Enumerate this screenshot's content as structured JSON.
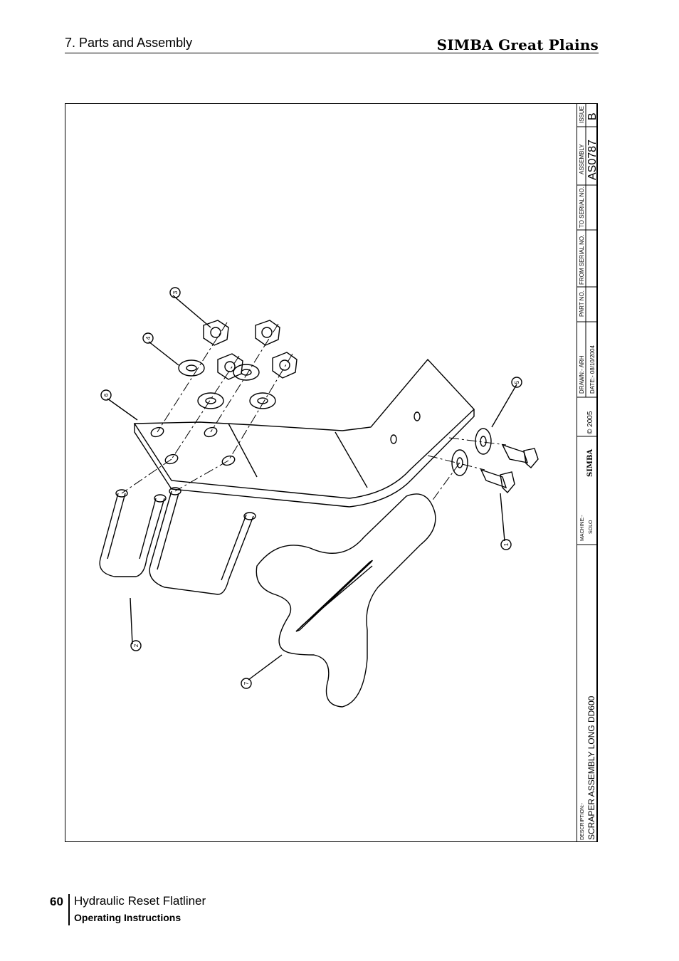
{
  "header": {
    "section": "7. Parts and Assembly",
    "brand": "SIMBA Great Plains"
  },
  "drawing": {
    "title_block": {
      "issue_label": "ISSUE",
      "issue_value": "B",
      "assembly_label": "ASSEMBLY",
      "assembly_value": "AS0787",
      "to_serial_label": "TO SERIAL NO.",
      "from_serial_label": "FROM SERIAL NO.",
      "part_no_label": "PART NO.",
      "drawn_label": "DRAWN:- ARH",
      "date_label": "DATE:- 08/10/2004",
      "copyright": "© 2005",
      "logo_text": "SIMBA",
      "machine_label": "MACHINE:-",
      "machine_value": "SOLO",
      "description_label": "DESCRIPTION:-",
      "description_value": "SCRAPER ASSEMBLY LONG DD600"
    },
    "callouts": [
      "1",
      "2",
      "3",
      "4",
      "5",
      "6",
      "7"
    ]
  },
  "footer": {
    "page_number": "60",
    "title": "Hydraulic Reset Flatliner",
    "subtitle": "Operating Instructions"
  }
}
